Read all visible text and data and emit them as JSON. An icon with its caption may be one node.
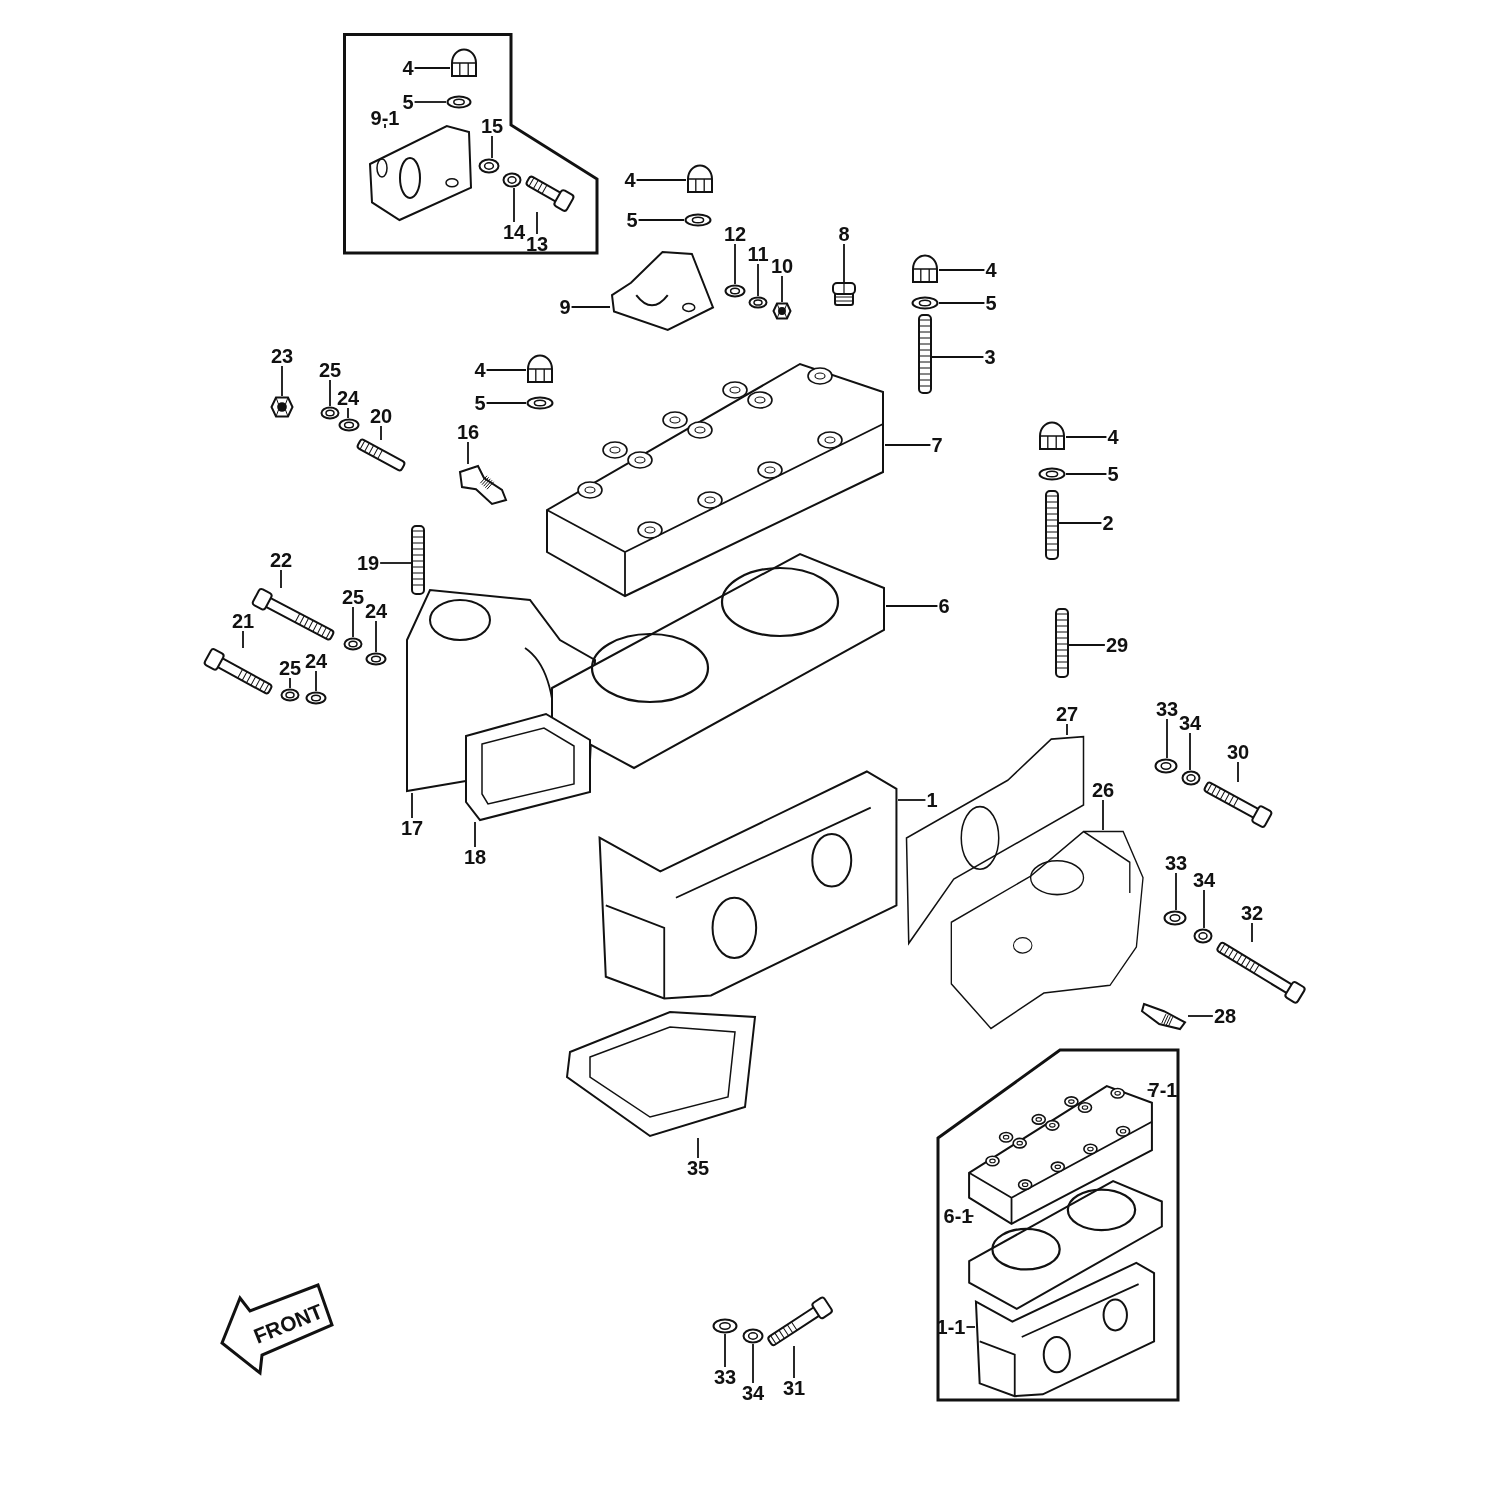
{
  "diagram": {
    "nodes": [
      {
        "text": [],
        "shape": "box"
      },
      {
        "text": [
          "4"
        ],
        "in": 0
      },
      {
        "text": [
          "5"
        ],
        "in": 0
      },
      {
        "text": [
          "9-1"
        ],
        "in": 0
      },
      {
        "text": [
          "15"
        ],
        "in": 0
      },
      {
        "text": [
          "14"
        ],
        "in": 0
      },
      {
        "text": [
          "13"
        ],
        "in": 0
      },
      {
        "text": [
          "4"
        ]
      },
      {
        "text": [
          "5"
        ]
      },
      {
        "text": [
          "12"
        ]
      },
      {
        "text": [
          "11"
        ]
      },
      {
        "text": [
          "10"
        ]
      },
      {
        "text": [
          "9"
        ]
      },
      {
        "text": [
          "8"
        ]
      },
      {
        "text": [
          "4"
        ]
      },
      {
        "text": [
          "5"
        ]
      },
      {
        "text": [
          "3"
        ]
      },
      {
        "text": [
          "23"
        ]
      },
      {
        "text": [
          "25"
        ]
      },
      {
        "text": [
          "24"
        ]
      },
      {
        "text": [
          "20"
        ]
      },
      {
        "text": [
          "4"
        ]
      },
      {
        "text": [
          "5"
        ]
      },
      {
        "text": [
          "16"
        ]
      },
      {
        "text": [
          "7"
        ]
      },
      {
        "text": [
          "4"
        ]
      },
      {
        "text": [
          "5"
        ]
      },
      {
        "text": [
          "2"
        ]
      },
      {
        "text": [
          "19"
        ]
      },
      {
        "text": [
          "22"
        ]
      },
      {
        "text": [
          "25"
        ]
      },
      {
        "text": [
          "24"
        ]
      },
      {
        "text": [
          "21"
        ]
      },
      {
        "text": [
          "25"
        ]
      },
      {
        "text": [
          "24"
        ]
      },
      {
        "text": [
          "6"
        ]
      },
      {
        "text": [
          "1"
        ]
      },
      {
        "text": [
          "29"
        ]
      },
      {
        "text": [
          "17"
        ]
      },
      {
        "text": [
          "18"
        ]
      },
      {
        "text": [
          "27"
        ]
      },
      {
        "text": [
          "26"
        ]
      },
      {
        "text": [
          "33"
        ]
      },
      {
        "text": [
          "34"
        ]
      },
      {
        "text": [
          "30"
        ]
      },
      {
        "text": [
          "33"
        ]
      },
      {
        "text": [
          "34"
        ]
      },
      {
        "text": [
          "32"
        ]
      },
      {
        "text": [
          "28"
        ]
      },
      {
        "text": [
          "35"
        ]
      },
      {
        "text": [],
        "shape": "box"
      },
      {
        "text": [
          "7-1"
        ],
        "in": 50
      },
      {
        "text": [
          "6-1"
        ],
        "in": 50
      },
      {
        "text": [
          "1-1"
        ],
        "in": 50
      },
      {
        "text": [
          "33"
        ]
      },
      {
        "text": [
          "34"
        ]
      },
      {
        "text": [
          "31"
        ]
      },
      {
        "text": [],
        "shape": "picture",
        "in": 0
      },
      {
        "text": [],
        "shape": "picture",
        "in": 0
      },
      {
        "text": [],
        "shape": "picture",
        "in": 0
      },
      {
        "text": [],
        "shape": "picture",
        "in": 0
      },
      {
        "text": [],
        "shape": "picture",
        "in": 0
      },
      {
        "text": [],
        "shape": "picture",
        "in": 0
      },
      {
        "text": [],
        "shape": "picture"
      },
      {
        "text": [],
        "shape": "picture"
      },
      {
        "text": [],
        "shape": "picture"
      },
      {
        "text": [],
        "shape": "picture"
      },
      {
        "text": [],
        "shape": "picture"
      },
      {
        "text": [],
        "shape": "picture"
      },
      {
        "text": [],
        "shape": "picture"
      },
      {
        "text": [],
        "shape": "picture"
      },
      {
        "text": [],
        "shape": "picture"
      },
      {
        "text": [],
        "shape": "picture"
      },
      {
        "text": [],
        "shape": "picture"
      },
      {
        "text": [],
        "shape": "picture"
      },
      {
        "text": [],
        "shape": "picture"
      },
      {
        "text": [],
        "shape": "picture"
      },
      {
        "text": [],
        "shape": "picture"
      },
      {
        "text": [],
        "shape": "picture"
      },
      {
        "text": [],
        "shape": "picture"
      },
      {
        "text": [],
        "shape": "picture"
      },
      {
        "text": [],
        "shape": "picture"
      },
      {
        "text": [],
        "shape": "picture"
      },
      {
        "text": [],
        "shape": "picture"
      },
      {
        "text": [],
        "shape": "picture"
      },
      {
        "text": [],
        "shape": "picture"
      },
      {
        "text": [],
        "shape": "picture"
      },
      {
        "text": [],
        "shape": "picture"
      },
      {
        "text": [],
        "shape": "picture"
      },
      {
        "text": [],
        "shape": "picture"
      },
      {
        "text": [],
        "shape": "picture"
      },
      {
        "text": [],
        "shape": "picture"
      },
      {
        "text": [],
        "shape": "picture"
      },
      {
        "text": [],
        "shape": "picture"
      },
      {
        "text": [],
        "shape": "picture"
      },
      {
        "text": [],
        "shape": "picture"
      },
      {
        "text": [],
        "shape": "picture"
      },
      {
        "text": [],
        "shape": "picture"
      },
      {
        "text": [],
        "shape": "picture"
      },
      {
        "text": [],
        "shape": "picture"
      },
      {
        "text": [],
        "shape": "picture"
      },
      {
        "text": [],
        "shape": "picture"
      },
      {
        "text": [],
        "shape": "picture"
      },
      {
        "text": [],
        "shape": "picture"
      },
      {
        "text": [],
        "shape": "picture"
      },
      {
        "text": [],
        "shape": "picture"
      },
      {
        "text": [],
        "shape": "picture",
        "in": 50
      },
      {
        "text": [],
        "shape": "picture",
        "in": 50
      },
      {
        "text": [],
        "shape": "picture",
        "in": 50
      },
      {
        "text": [],
        "shape": "picture"
      },
      {
        "text": [],
        "shape": "picture"
      },
      {
        "text": [],
        "shape": "picture"
      },
      {
        "text": [
          "FRONT"
        ]
      }
    ],
    "edges": [
      {
        "from": 1,
        "to": 57,
        "arrow": "none"
      },
      {
        "from": 2,
        "to": 58,
        "arrow": "none"
      },
      {
        "from": 3,
        "to": 59,
        "arrow": "none"
      },
      {
        "from": 4,
        "to": 60,
        "arrow": "none"
      },
      {
        "from": 5,
        "to": 61,
        "arrow": "none"
      },
      {
        "from": 6,
        "to": 62,
        "arrow": "none"
      },
      {
        "from": 7,
        "to": 63,
        "arrow": "none"
      },
      {
        "from": 8,
        "to": 64,
        "arrow": "none"
      },
      {
        "from": 9,
        "to": 65,
        "arrow": "none"
      },
      {
        "from": 10,
        "to": 66,
        "arrow": "none"
      },
      {
        "from": 11,
        "to": 67,
        "arrow": "none"
      },
      {
        "from": 12,
        "to": 68,
        "arrow": "none"
      },
      {
        "from": 13,
        "to": 69,
        "arrow": "none"
      },
      {
        "from": 14,
        "to": 70,
        "arrow": "none"
      },
      {
        "from": 15,
        "to": 71,
        "arrow": "none"
      },
      {
        "from": 16,
        "to": 72,
        "arrow": "none"
      },
      {
        "from": 17,
        "to": 73,
        "arrow": "none"
      },
      {
        "from": 18,
        "to": 74,
        "arrow": "none"
      },
      {
        "from": 19,
        "to": 75,
        "arrow": "none"
      },
      {
        "from": 20,
        "to": 76,
        "arrow": "none"
      },
      {
        "from": 21,
        "to": 77,
        "arrow": "none"
      },
      {
        "from": 22,
        "to": 78,
        "arrow": "none"
      },
      {
        "from": 23,
        "to": 79,
        "arrow": "none"
      },
      {
        "from": 24,
        "to": 80,
        "arrow": "none"
      },
      {
        "from": 25,
        "to": 81,
        "arrow": "none"
      },
      {
        "from": 26,
        "to": 82,
        "arrow": "none"
      },
      {
        "from": 27,
        "to": 83,
        "arrow": "none"
      },
      {
        "from": 28,
        "to": 84,
        "arrow": "none"
      },
      {
        "from": 29,
        "to": 85,
        "arrow": "none"
      },
      {
        "from": 30,
        "to": 86,
        "arrow": "none"
      },
      {
        "from": 31,
        "to": 87,
        "arrow": "none"
      },
      {
        "from": 32,
        "to": 88,
        "arrow": "none"
      },
      {
        "from": 33,
        "to": 89,
        "arrow": "none"
      },
      {
        "from": 34,
        "to": 90,
        "arrow": "none"
      },
      {
        "from": 35,
        "to": 91,
        "arrow": "none"
      },
      {
        "from": 36,
        "to": 92,
        "arrow": "none"
      },
      {
        "from": 37,
        "to": 93,
        "arrow": "none"
      },
      {
        "from": 38,
        "to": 94,
        "arrow": "none"
      },
      {
        "from": 39,
        "to": 95,
        "arrow": "none"
      },
      {
        "from": 40,
        "to": 96,
        "arrow": "none"
      },
      {
        "from": 41,
        "to": 97,
        "arrow": "none"
      },
      {
        "from": 42,
        "to": 98,
        "arrow": "none"
      },
      {
        "from": 43,
        "to": 99,
        "arrow": "none"
      },
      {
        "from": 44,
        "to": 100,
        "arrow": "none"
      },
      {
        "from": 45,
        "to": 101,
        "arrow": "none"
      },
      {
        "from": 46,
        "to": 102,
        "arrow": "none"
      },
      {
        "from": 47,
        "to": 103,
        "arrow": "none"
      },
      {
        "from": 48,
        "to": 104,
        "arrow": "none"
      },
      {
        "from": 49,
        "to": 105,
        "arrow": "none"
      },
      {
        "from": 51,
        "to": 106,
        "arrow": "none"
      },
      {
        "from": 52,
        "to": 107,
        "arrow": "none"
      },
      {
        "from": 53,
        "to": 108,
        "arrow": "none"
      },
      {
        "from": 54,
        "to": 109,
        "arrow": "none"
      },
      {
        "from": 55,
        "to": 110,
        "arrow": "none"
      },
      {
        "from": 56,
        "to": 111,
        "arrow": "none"
      }
    ]
  }
}
